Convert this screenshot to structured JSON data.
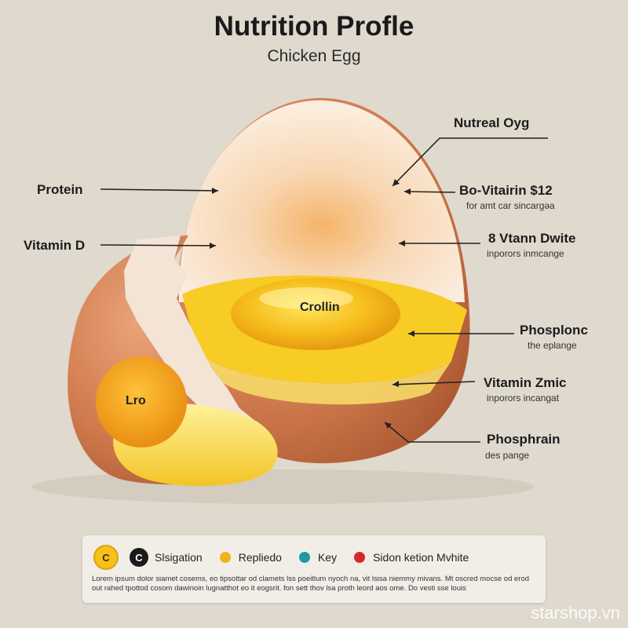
{
  "header": {
    "title": "Nutrition Profle",
    "subtitle": "Chicken Egg"
  },
  "diagram": {
    "yolk_center_label": "Crollin",
    "small_yolk_label": "Lro",
    "left_labels": [
      {
        "name": "Protein"
      },
      {
        "name": "Vitamin D"
      }
    ],
    "right_labels": [
      {
        "name": "Nutreal Oyg",
        "desc": ""
      },
      {
        "name": "Bo-Vitairin $12",
        "desc": "for amt car sincargəa"
      },
      {
        "name": "8 Vtann Dwite",
        "desc": "inporors inmcange"
      },
      {
        "name": "Phosplonc",
        "desc": "the eplange"
      },
      {
        "name": "Vitamin Zmic",
        "desc": "inporors incangat"
      },
      {
        "name": "Phosphrain",
        "desc": "des pange"
      }
    ]
  },
  "legend": {
    "badge_letter": "C",
    "items": [
      {
        "letter": "C",
        "label": "Slsigation",
        "color": "#1a1a1a"
      },
      {
        "label": "Repliedo",
        "color": "#f2b21c"
      },
      {
        "label": "Key",
        "color": "#1f9aa0"
      },
      {
        "label": "Sidon ketion Mvhite",
        "color": "#d4282b"
      }
    ],
    "body": "Lorem ipsum dolor siamet cosems, eo tipsottar od clamets lss poeitlum nyoch na, vit lsisa niemmy mivans. Mt oscred mocse od erod out rahed tpottod cosom dawinoin lugnatthot eo it eogsrit. fon sett thov lsa proth leord aos ome. Do vesti sse louis"
  },
  "watermark": "starshop.vn",
  "colors": {
    "background": "#dfd9ce",
    "shell": "#d07a4e",
    "yolk": "#f4b31a",
    "egg_white": "#f7d9bf"
  }
}
